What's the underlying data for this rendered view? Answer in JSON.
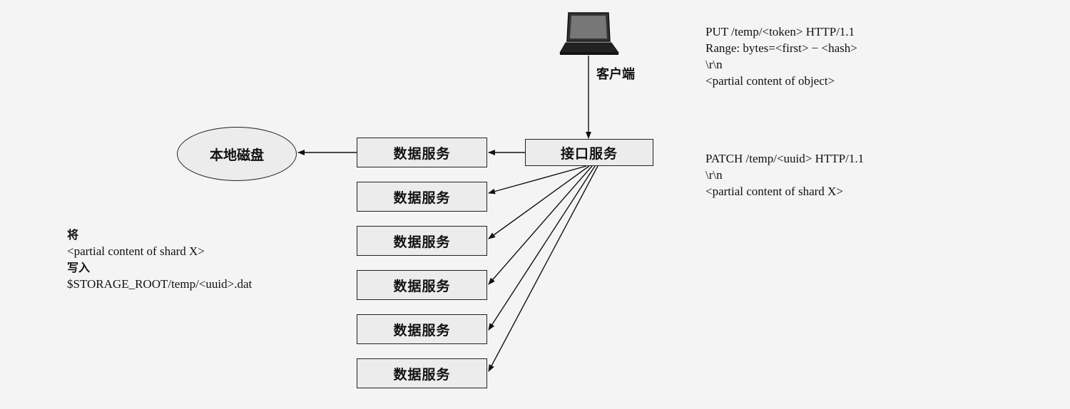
{
  "client": {
    "label": "客户端",
    "icon": "laptop-icon"
  },
  "interface_service": {
    "label": "接口服务"
  },
  "local_disk": {
    "label": "本地磁盘"
  },
  "data_services": [
    {
      "label": "数据服务"
    },
    {
      "label": "数据服务"
    },
    {
      "label": "数据服务"
    },
    {
      "label": "数据服务"
    },
    {
      "label": "数据服务"
    },
    {
      "label": "数据服务"
    }
  ],
  "request_put": {
    "line1": "PUT /temp/<token> HTTP/1.1",
    "line2": "Range:  bytes=<first> − <hash>",
    "line3": "\\r\\n",
    "line4": "<partial content of object>"
  },
  "request_patch": {
    "line1": "PATCH /temp/<uuid>  HTTP/1.1",
    "line2": "\\r\\n",
    "line3": "<partial content of  shard X>"
  },
  "write_note": {
    "line1": "将",
    "line2": "<partial content of shard X>",
    "line3": "写入",
    "line4": "$STORAGE_ROOT/temp/<uuid>.dat"
  }
}
